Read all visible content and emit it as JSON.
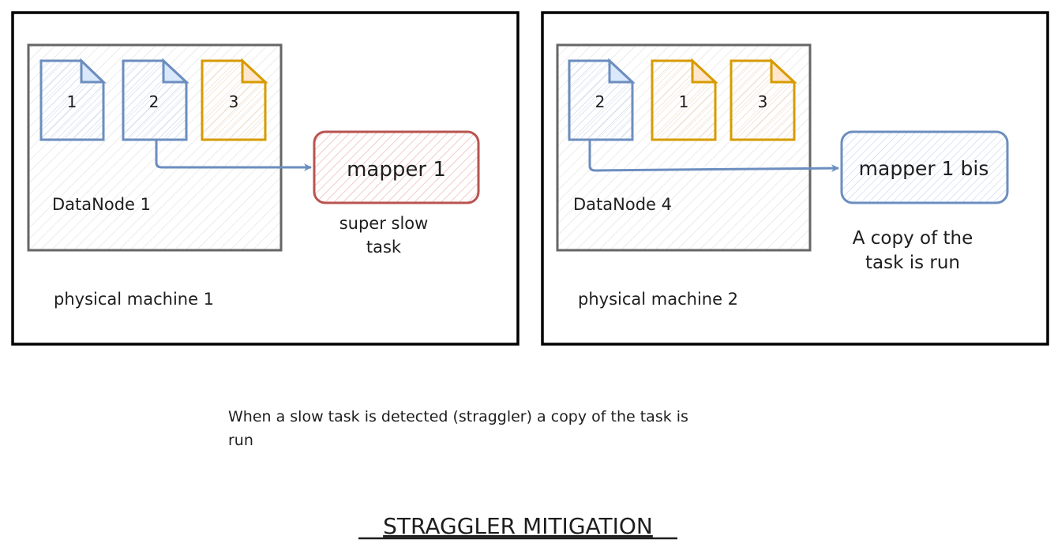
{
  "colors": {
    "blue": "#6c8ebf",
    "blue_fill": "#dae8fc",
    "orange": "#d79b00",
    "orange_fill": "#ffe6cc",
    "red": "#b85450",
    "red_fill": "#f8cecc",
    "gray": "#666666",
    "black": "#000000"
  },
  "machine1": {
    "label": "physical machine 1",
    "datanode_label": "DataNode 1",
    "blocks": [
      "1",
      "2",
      "3"
    ],
    "mapper_label": "mapper 1",
    "mapper_note": [
      "super slow",
      "task"
    ]
  },
  "machine2": {
    "label": "physical machine 2",
    "datanode_label": "DataNode 4",
    "blocks": [
      "2",
      "1",
      "3"
    ],
    "mapper_label": "mapper 1 bis",
    "mapper_note": [
      "A copy of the",
      "task is run"
    ]
  },
  "caption": [
    "When a slow task is detected (straggler) a copy of the task is",
    "run"
  ],
  "title": "STRAGGLER MITIGATION"
}
